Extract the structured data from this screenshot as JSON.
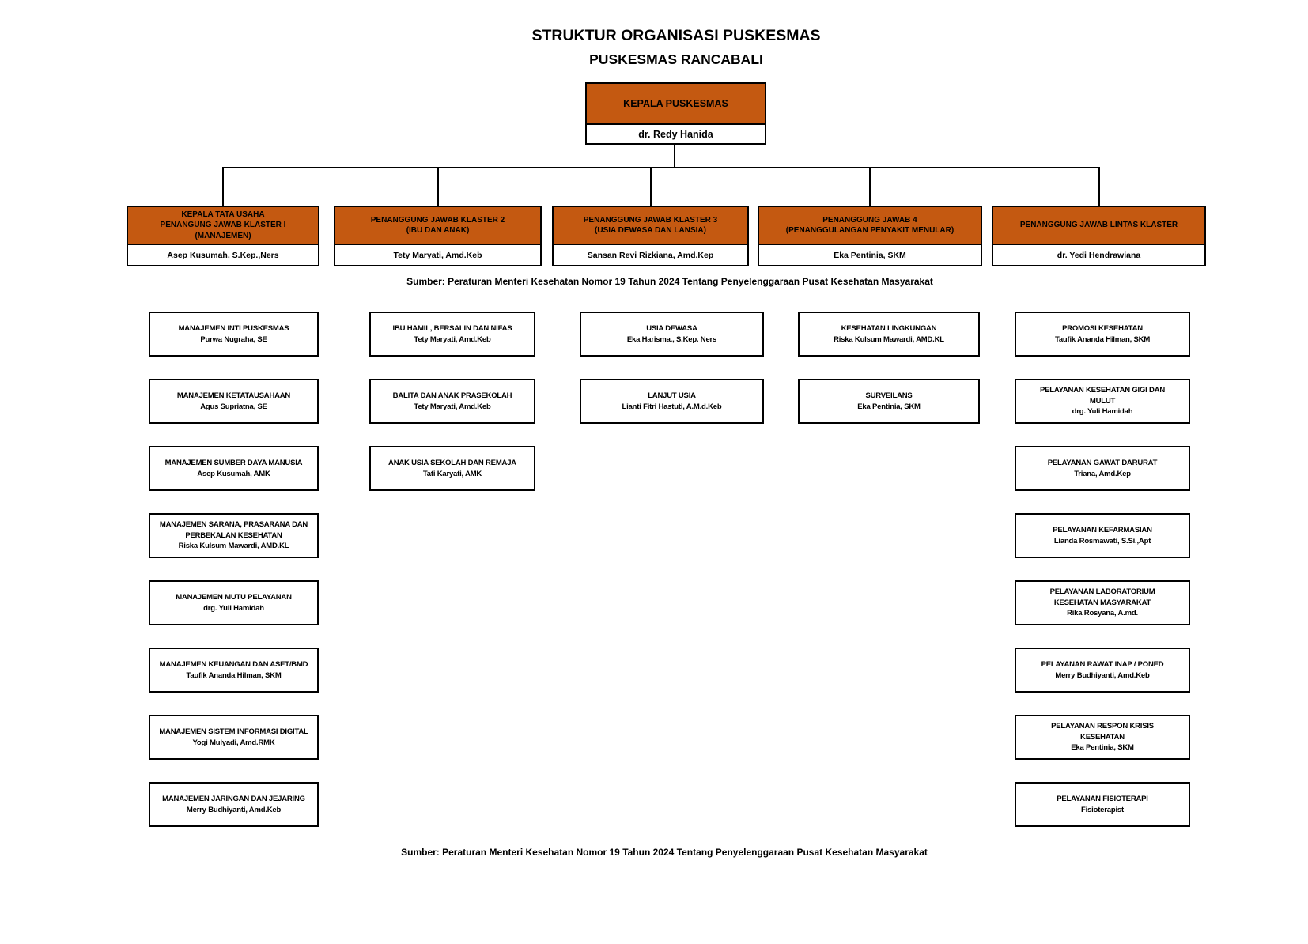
{
  "title": "STRUKTUR ORGANISASI PUSKESMAS",
  "subtitle": "PUSKESMAS RANCABALI",
  "source_top": "Sumber: Peraturan Menteri Kesehatan Nomor 19 Tahun 2024 Tentang Penyelenggaraan Pusat Kesehatan Masyarakat",
  "source_bottom": "Sumber: Peraturan Menteri Kesehatan Nomor 19 Tahun 2024 Tentang Penyelenggaraan Pusat Kesehatan Masyarakat",
  "colors": {
    "header_orange": "#C45911",
    "line_black": "#000000"
  },
  "head": {
    "title": "KEPALA PUSKESMAS",
    "name": "dr. Redy Hanida"
  },
  "branches": [
    {
      "title": "KEPALA TATA USAHA\nPENANGUNG JAWAB KLASTER I\n(MANAJEMEN)",
      "name": "Asep Kusumah, S.Kep.,Ners"
    },
    {
      "title": "PENANGGUNG JAWAB KLASTER 2\n(IBU DAN ANAK)",
      "name": "Tety Maryati, Amd.Keb"
    },
    {
      "title": "PENANGGUNG JAWAB KLASTER 3\n(USIA DEWASA DAN LANSIA)",
      "name": "Sansan Revi Rizkiana, Amd.Kep"
    },
    {
      "title": "PENANGGUNG JAWAB 4\n(PENANGGULANGAN PENYAKIT MENULAR)",
      "name": "Eka Pentinia, SKM"
    },
    {
      "title": "PENANGGUNG JAWAB LINTAS KLASTER",
      "name": "dr. Yedi Hendrawiana"
    }
  ],
  "columns": [
    {
      "boxes": [
        {
          "title": "MANAJEMEN INTI PUSKESMAS",
          "name": "Purwa Nugraha, SE"
        },
        {
          "title": "MANAJEMEN KETATAUSAHAAN",
          "name": "Agus Supriatna, SE"
        },
        {
          "title": "MANAJEMEN SUMBER DAYA MANUSIA",
          "name": "Asep Kusumah, AMK"
        },
        {
          "title": "MANAJEMEN SARANA, PRASARANA DAN\nPERBEKALAN KESEHATAN",
          "name": "Riska Kulsum Mawardi, AMD.KL"
        },
        {
          "title": "MANAJEMEN MUTU PELAYANAN",
          "name": "drg. Yuli Hamidah"
        },
        {
          "title": "MANAJEMEN KEUANGAN DAN ASET/BMD",
          "name": "Taufik Ananda Hilman, SKM"
        },
        {
          "title": "MANAJEMEN SISTEM INFORMASI DIGITAL",
          "name": "Yogi Mulyadi, Amd.RMK"
        },
        {
          "title": "MANAJEMEN JARINGAN DAN JEJARING",
          "name": "Merry Budhiyanti, Amd.Keb"
        }
      ]
    },
    {
      "boxes": [
        {
          "title": "IBU HAMIL, BERSALIN DAN NIFAS",
          "name": "Tety Maryati, Amd.Keb"
        },
        {
          "title": "BALITA DAN ANAK PRASEKOLAH",
          "name": "Tety Maryati, Amd.Keb"
        },
        {
          "title": "ANAK USIA SEKOLAH DAN REMAJA",
          "name": "Tati Karyati, AMK"
        }
      ]
    },
    {
      "boxes": [
        {
          "title": "USIA DEWASA",
          "name": "Eka Harisma., S.Kep. Ners"
        },
        {
          "title": "LANJUT USIA",
          "name": "Lianti Fitri Hastuti, A.M.d.Keb"
        }
      ]
    },
    {
      "boxes": [
        {
          "title": "KESEHATAN LINGKUNGAN",
          "name": "Riska Kulsum Mawardi, AMD.KL"
        },
        {
          "title": "SURVEILANS",
          "name": "Eka Pentinia, SKM"
        }
      ]
    },
    {
      "boxes": [
        {
          "title": "PROMOSI KESEHATAN",
          "name": "Taufik Ananda Hilman, SKM"
        },
        {
          "title": "PELAYANAN KESEHATAN GIGI DAN\nMULUT",
          "name": "drg. Yuli Hamidah"
        },
        {
          "title": "PELAYANAN GAWAT DARURAT",
          "name": "Triana, Amd.Kep"
        },
        {
          "title": "PELAYANAN KEFARMASIAN",
          "name": "Lianda Rosmawati, S.Si.,Apt"
        },
        {
          "title": "PELAYANAN LABORATORIUM\nKESEHATAN MASYARAKAT",
          "name": "Rika Rosyana, A.md."
        },
        {
          "title": "PELAYANAN RAWAT INAP / PONED",
          "name": "Merry Budhiyanti, Amd.Keb"
        },
        {
          "title": "PELAYANAN RESPON KRISIS\nKESEHATAN",
          "name": "Eka Pentinia, SKM"
        },
        {
          "title": "PELAYANAN FISIOTERAPI",
          "name": "Fisioterapist"
        }
      ]
    }
  ]
}
